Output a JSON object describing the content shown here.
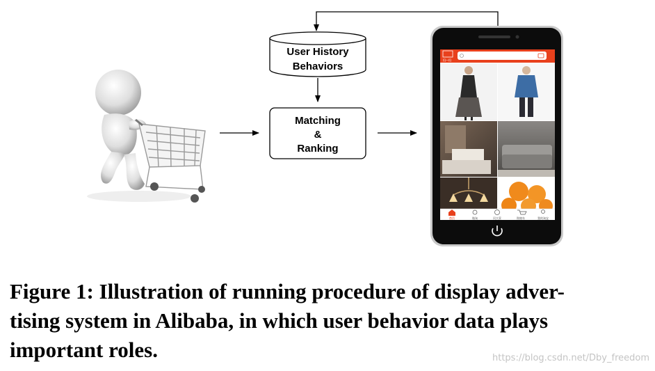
{
  "diagram": {
    "nodes": {
      "history": {
        "lines": [
          "User History",
          "Behaviors"
        ]
      },
      "matching": {
        "lines": [
          "Matching",
          "&",
          "Ranking"
        ]
      }
    },
    "phone": {
      "logo_text": "扫一扫",
      "tabs": [
        "首页",
        "微淘",
        "问大家",
        "购物车",
        "我的淘宝"
      ],
      "accent": "#e8401c"
    },
    "colors": {
      "stroke": "#000000",
      "screen": "#111111",
      "accent": "#e8401c"
    }
  },
  "caption": {
    "lines": [
      "Figure 1: Illustration of running procedure of display adver-",
      "tising system in Alibaba, in which user behavior data plays",
      "important roles."
    ]
  },
  "watermark": "https://blog.csdn.net/Dby_freedom"
}
